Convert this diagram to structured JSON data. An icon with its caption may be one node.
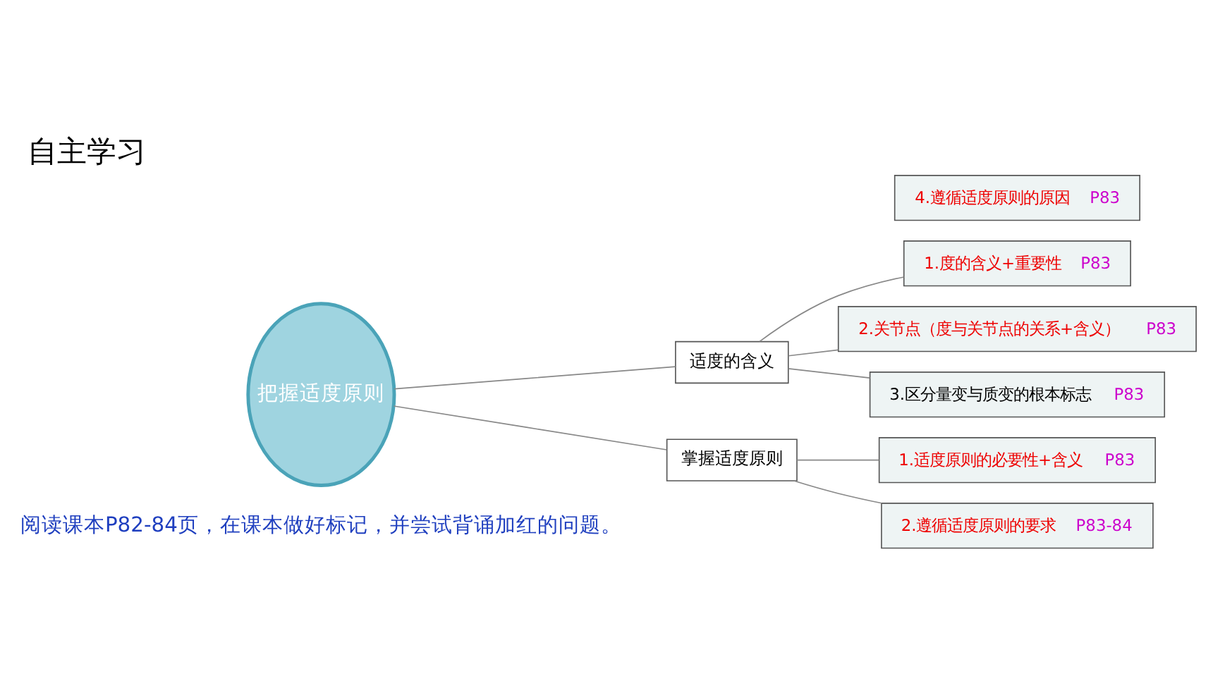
{
  "diagram": {
    "title": "自主学习",
    "nodes": [
      {
        "text": [
          "把握适度原则"
        ]
      },
      {
        "text": [
          "适度的含义"
        ]
      },
      {
        "text": [
          "掌握适度原则"
        ]
      },
      {
        "text": [
          "1.度的含义+重要性",
          "P83"
        ]
      },
      {
        "text": [
          "2.关节点（度与关节点的关系+含义）",
          "P83"
        ]
      },
      {
        "text": [
          "3.区分量变与质变的根本标志",
          "P83"
        ]
      },
      {
        "text": [
          "4.遵循适度原则的原因",
          "P83"
        ]
      },
      {
        "text": [
          "1.适度原则的必要性+含义",
          "P83"
        ]
      },
      {
        "text": [
          "2.遵循适度原则的要求",
          "P83-84"
        ]
      }
    ],
    "edges": [
      {
        "from": 0,
        "to": 1,
        "arrow": "none"
      },
      {
        "from": 0,
        "to": 2,
        "arrow": "none"
      },
      {
        "from": 1,
        "to": 3,
        "arrow": "none"
      },
      {
        "from": 1,
        "to": 4,
        "arrow": "none"
      },
      {
        "from": 1,
        "to": 5,
        "arrow": "none"
      },
      {
        "from": 2,
        "to": 7,
        "arrow": "none"
      },
      {
        "from": 2,
        "to": 8,
        "arrow": "none"
      }
    ],
    "labels": [
      "阅读课本P82-84页，在课本做好标记，并尝试背诵加红的问题。"
    ]
  }
}
